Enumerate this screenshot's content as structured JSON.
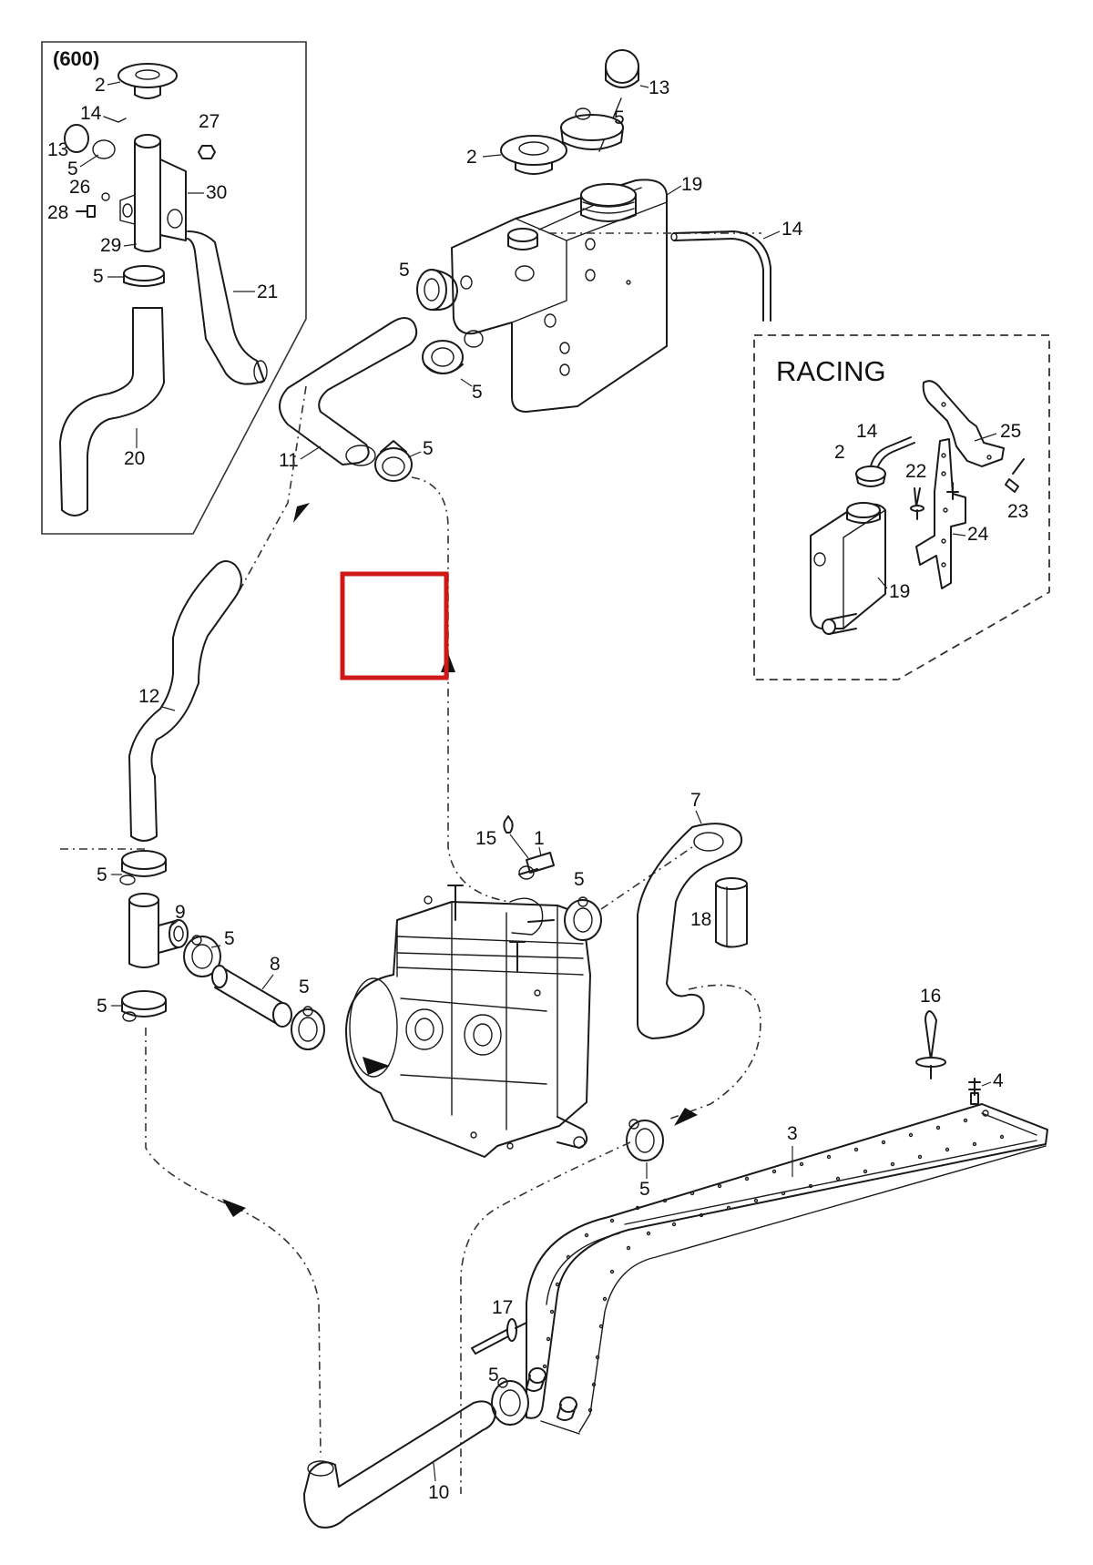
{
  "inset_600": {
    "title": "(600)"
  },
  "inset_racing": {
    "title": "RACING"
  },
  "highlight_color": "#d01818",
  "labels": {
    "p1": "1",
    "p2": "2",
    "p3": "3",
    "p4": "4",
    "p5": "5",
    "p7": "7",
    "p8": "8",
    "p9": "9",
    "p10": "10",
    "p11": "11",
    "p12": "12",
    "p13": "13",
    "p14": "14",
    "p15": "15",
    "p16": "16",
    "p17": "17",
    "p18": "18",
    "p19": "19",
    "p20": "20",
    "p21": "21",
    "p22": "22",
    "p23": "23",
    "p24": "24",
    "p25": "25",
    "p26": "26",
    "p27": "27",
    "p28": "28",
    "p29": "29",
    "p30": "30"
  }
}
